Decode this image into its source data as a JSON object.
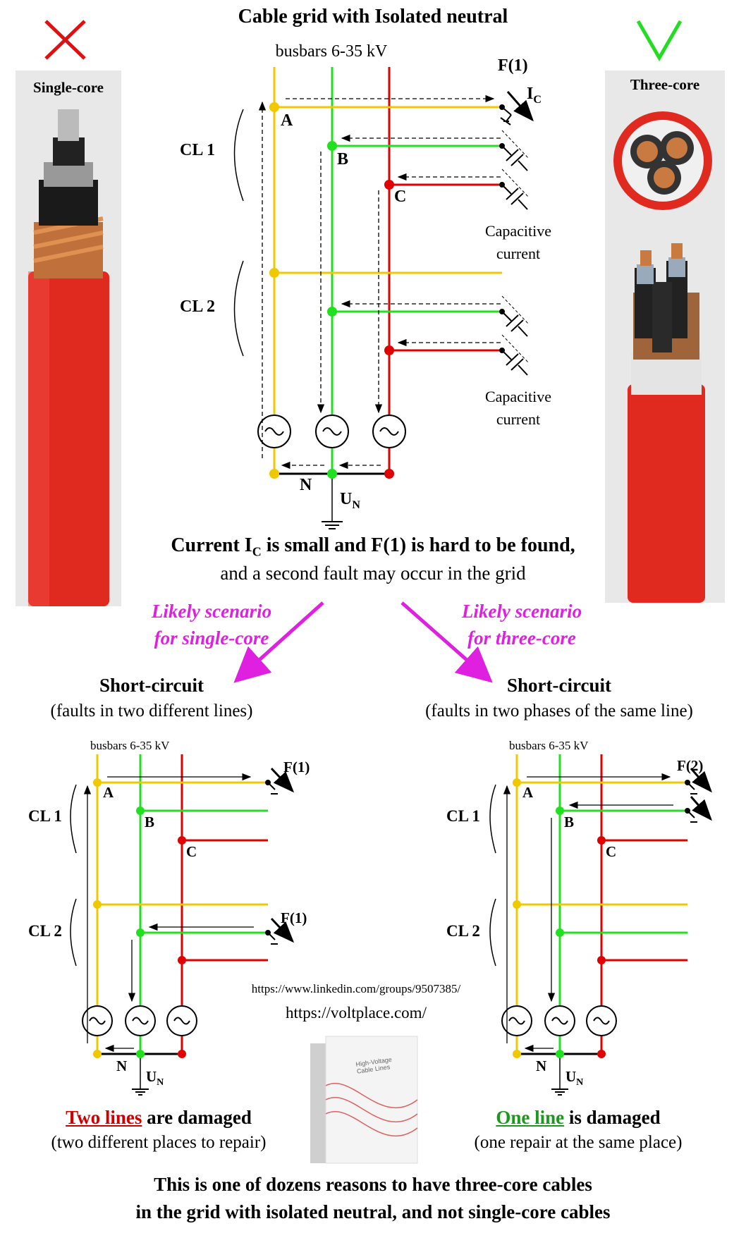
{
  "title": "Cable grid with Isolated neutral",
  "busbars_top": "busbars 6-35 kV",
  "busbars_small": "busbars 6-35 kV",
  "left_photo_label": "Single-core",
  "right_photo_label": "Three-core",
  "fault_label": "F(1)",
  "fault_label_2": "F(2)",
  "ic_label": "I",
  "ic_sub": "C",
  "node_a": "A",
  "node_b": "B",
  "node_c": "C",
  "cl1": "CL 1",
  "cl2": "CL 2",
  "cap_line1": "Capacitive",
  "cap_line2": "current",
  "neutral_n": "N",
  "un_label": "U",
  "un_sub": "N",
  "current_line1_a": "Current I",
  "current_line1_sub": "C",
  "current_line1_b": " is small and F(1) is hard to be found,",
  "current_line2": "and a second fault may occur in the grid",
  "scenario_left_1": "Likely scenario",
  "scenario_left_2": "for single-core",
  "scenario_right_1": "Likely scenario",
  "scenario_right_2": "for three-core",
  "sc_left_title": "Short-circuit",
  "sc_left_sub": "(faults in two different lines)",
  "sc_right_title": "Short-circuit",
  "sc_right_sub": "(faults in two phases of the same line)",
  "url_linkedin": "https://www.linkedin.com/groups/9507385/",
  "url_voltplace": "https://voltplace.com/",
  "book_title": "High-Voltage Cable Lines",
  "left_result_emph": "Two lines",
  "left_result_rest": " are damaged",
  "left_result_sub": "(two different places to repair)",
  "right_result_emph": "One line",
  "right_result_rest": " is damaged",
  "right_result_sub": "(one repair at the same place)",
  "bottom_line1": "This is one of dozens reasons to have three-core cables",
  "bottom_line2": "in the grid with isolated neutral, and not single-core cables",
  "colors": {
    "yellow": "#f0c800",
    "green": "#20e020",
    "red": "#e00000",
    "magenta": "#e020e0",
    "cross": "#e01010",
    "check": "#22dd22",
    "cable": "#e02a20"
  }
}
